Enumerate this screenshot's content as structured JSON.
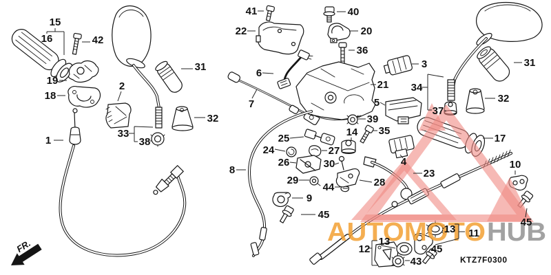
{
  "watermark": {
    "brand_left": "AUTOMOTO",
    "brand_right": "HUB",
    "orange_hex": "#f2a033",
    "gray_hex": "#9a9a9a",
    "triangle_hex": "#f08a84"
  },
  "footer": {
    "diagram_code": "KTZ7F0300",
    "front_label": "FR."
  },
  "callouts": {
    "c1": "1",
    "c2": "2",
    "c3": "3",
    "c4": "4",
    "c5": "5",
    "c6": "6",
    "c7": "7",
    "c8": "8",
    "c9": "9",
    "c10": "10",
    "c11": "11",
    "c12": "12",
    "c13a": "13",
    "c13b": "13",
    "c14": "14",
    "c15": "15",
    "c16": "16",
    "c17": "17",
    "c18": "18",
    "c19": "19",
    "c20": "20",
    "c21": "21",
    "c22": "22",
    "c23": "23",
    "c24": "24",
    "c25": "25",
    "c26": "26",
    "c27": "27",
    "c28": "28",
    "c29": "29",
    "c30": "30",
    "c31L": "31",
    "c31R": "31",
    "c32L": "32",
    "c32R": "32",
    "c33": "33",
    "c34": "34",
    "c35": "35",
    "c36": "36",
    "c37": "37",
    "c38": "38",
    "c39": "39",
    "c40": "40",
    "c41": "41",
    "c42": "42",
    "c43": "43",
    "c44": "44",
    "c45a": "45",
    "c45b": "45",
    "c45c": "45"
  }
}
